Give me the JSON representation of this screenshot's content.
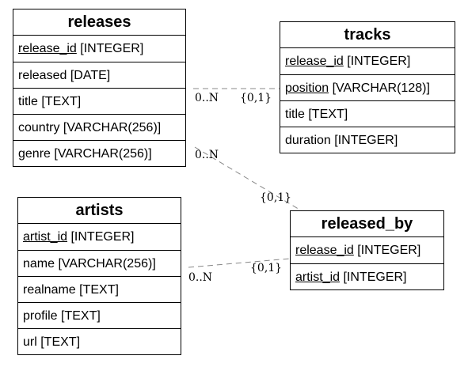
{
  "entities": {
    "releases": {
      "title": "releases",
      "attributes": [
        {
          "name": "release_id",
          "type": "[INTEGER]",
          "pk": true
        },
        {
          "name": "released",
          "type": "[DATE]",
          "pk": false
        },
        {
          "name": "title",
          "type": "[TEXT]",
          "pk": false
        },
        {
          "name": "country",
          "type": "[VARCHAR(256)]",
          "pk": false
        },
        {
          "name": "genre",
          "type": "[VARCHAR(256)]",
          "pk": false
        }
      ]
    },
    "tracks": {
      "title": "tracks",
      "attributes": [
        {
          "name": "release_id",
          "type": "[INTEGER]",
          "pk": true
        },
        {
          "name": "position",
          "type": "[VARCHAR(128)]",
          "pk": true
        },
        {
          "name": "title",
          "type": "[TEXT]",
          "pk": false
        },
        {
          "name": "duration",
          "type": "[INTEGER]",
          "pk": false
        }
      ]
    },
    "artists": {
      "title": "artists",
      "attributes": [
        {
          "name": "artist_id",
          "type": "[INTEGER]",
          "pk": true
        },
        {
          "name": "name",
          "type": "[VARCHAR(256)]",
          "pk": false
        },
        {
          "name": "realname",
          "type": "[TEXT]",
          "pk": false
        },
        {
          "name": "profile",
          "type": "[TEXT]",
          "pk": false
        },
        {
          "name": "url",
          "type": "[TEXT]",
          "pk": false
        }
      ]
    },
    "released_by": {
      "title": "released_by",
      "attributes": [
        {
          "name": "release_id",
          "type": "[INTEGER]",
          "pk": true
        },
        {
          "name": "artist_id",
          "type": "[INTEGER]",
          "pk": true
        }
      ]
    }
  },
  "relationships": [
    {
      "from": "releases",
      "to": "tracks",
      "from_card": "0..N",
      "to_card": "{0,1}"
    },
    {
      "from": "releases",
      "to": "released_by",
      "from_card": "0..N",
      "to_card": "{0,1}"
    },
    {
      "from": "artists",
      "to": "released_by",
      "from_card": "0..N",
      "to_card": "{0,1}"
    }
  ],
  "colors": {
    "line": "#000000",
    "edge": "#888888",
    "background": "#ffffff"
  }
}
